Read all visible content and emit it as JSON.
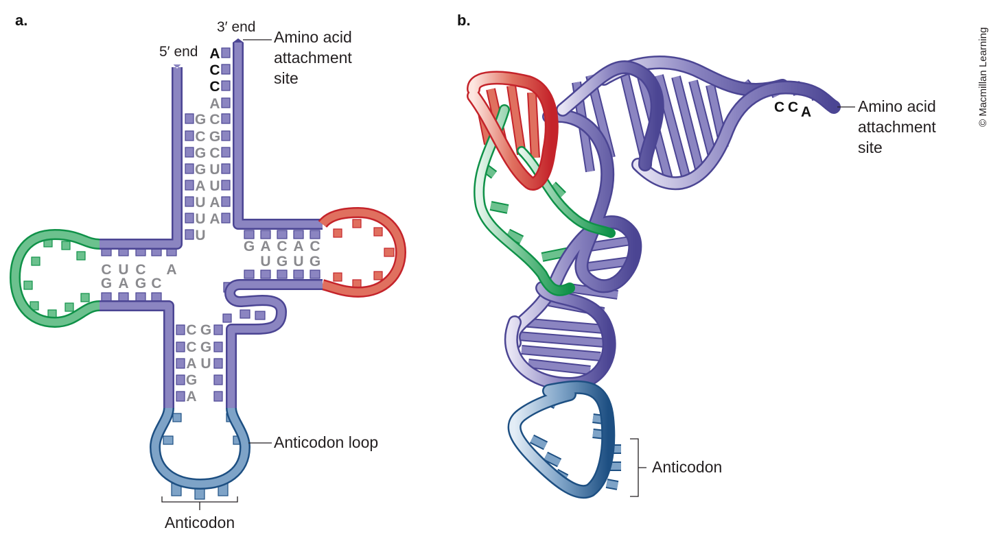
{
  "panels": {
    "a": "a.",
    "b": "b."
  },
  "copyright": "© Macmillan Learning",
  "panel_a": {
    "label_5end": "5′ end",
    "label_3end": "3′ end",
    "amino": [
      "Amino acid",
      "attachment",
      "site"
    ],
    "anticodon_loop": "Anticodon loop",
    "anticodon": "Anticodon",
    "acceptor_5": [
      "G",
      "C",
      "G",
      "G",
      "A",
      "U",
      "U",
      "U"
    ],
    "acceptor_3": [
      "A",
      "C",
      "C",
      "A",
      "C",
      "G",
      "C",
      "U",
      "U",
      "A",
      "A"
    ],
    "d_top": [
      "C",
      "U",
      "C",
      "A"
    ],
    "d_bottom": [
      "G",
      "A",
      "G",
      "C"
    ],
    "t_top": [
      "G",
      "A",
      "C",
      "A",
      "C"
    ],
    "t_bottom": [
      "U",
      "G",
      "U",
      "G"
    ],
    "ac_left": [
      "C",
      "C",
      "A",
      "G",
      "A"
    ],
    "ac_right": [
      "G",
      "G",
      "U"
    ]
  },
  "panel_b": {
    "cca": [
      "C",
      "C",
      "A"
    ],
    "amino": [
      "Amino acid",
      "attachment",
      "site"
    ],
    "anticodon": "Anticodon"
  },
  "colors": {
    "acceptor": "#8b85c1",
    "acceptor_dark": "#4b4593",
    "d_loop": "#6cc18e",
    "d_loop_dark": "#0f9148",
    "t_loop": "#e0705f",
    "t_loop_dark": "#c4232a",
    "anticodon": "#7ea3c7",
    "anticodon_dark": "#1d4f82",
    "base_text": "#8a8a8e"
  }
}
